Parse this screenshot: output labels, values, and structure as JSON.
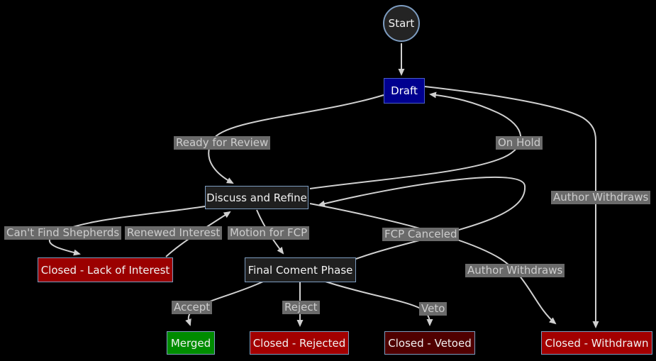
{
  "diagram_type": "state-flowchart",
  "colors": {
    "background": "#000000",
    "edge": "#d0d0d0",
    "edge_label_bg": "#6a6a6a",
    "edge_label_text": "#cdcdcd",
    "node_border": "#7d9cc0",
    "draft_fill": "#00008f",
    "dark_fill": "#1f1f1f",
    "red_fill": "#9b0000",
    "bright_red_fill": "#a30000",
    "dark_red_fill": "#500000",
    "green_fill": "#008c00"
  },
  "nodes": {
    "start": {
      "label": "Start"
    },
    "draft": {
      "label": "Draft"
    },
    "discuss": {
      "label": "Discuss and Refine"
    },
    "closed_lack": {
      "label": "Closed - Lack of Interest"
    },
    "fcp": {
      "label": "Final Coment Phase"
    },
    "merged": {
      "label": "Merged"
    },
    "closed_rejected": {
      "label": "Closed - Rejected"
    },
    "closed_vetoed": {
      "label": "Closed - Vetoed"
    },
    "closed_withdrawn": {
      "label": "Closed - Withdrawn"
    }
  },
  "edge_labels": {
    "ready_for_review": "Ready for Review",
    "on_hold": "On Hold",
    "author_withdraws_draft": "Author Withdraws",
    "cant_find_shepherds": "Can't Find Shepherds",
    "renewed_interest": "Renewed Interest",
    "motion_for_fcp": "Motion for FCP",
    "fcp_canceled": "FCP Canceled",
    "author_withdraws_discuss": "Author Withdraws",
    "accept": "Accept",
    "reject": "Reject",
    "veto": "Veto"
  },
  "edges": [
    {
      "from": "Start",
      "to": "Draft",
      "label": ""
    },
    {
      "from": "Draft",
      "to": "Discuss and Refine",
      "label": "Ready for Review"
    },
    {
      "from": "Discuss and Refine",
      "to": "Draft",
      "label": "On Hold"
    },
    {
      "from": "Draft",
      "to": "Closed - Withdrawn",
      "label": "Author Withdraws"
    },
    {
      "from": "Discuss and Refine",
      "to": "Closed - Lack of Interest",
      "label": "Can't Find Shepherds"
    },
    {
      "from": "Closed - Lack of Interest",
      "to": "Discuss and Refine",
      "label": "Renewed Interest"
    },
    {
      "from": "Discuss and Refine",
      "to": "Final Coment Phase",
      "label": "Motion for FCP"
    },
    {
      "from": "Final Coment Phase",
      "to": "Discuss and Refine",
      "label": "FCP Canceled"
    },
    {
      "from": "Discuss and Refine",
      "to": "Closed - Withdrawn",
      "label": "Author Withdraws"
    },
    {
      "from": "Final Coment Phase",
      "to": "Merged",
      "label": "Accept"
    },
    {
      "from": "Final Coment Phase",
      "to": "Closed - Rejected",
      "label": "Reject"
    },
    {
      "from": "Final Coment Phase",
      "to": "Closed - Vetoed",
      "label": "Veto"
    }
  ]
}
